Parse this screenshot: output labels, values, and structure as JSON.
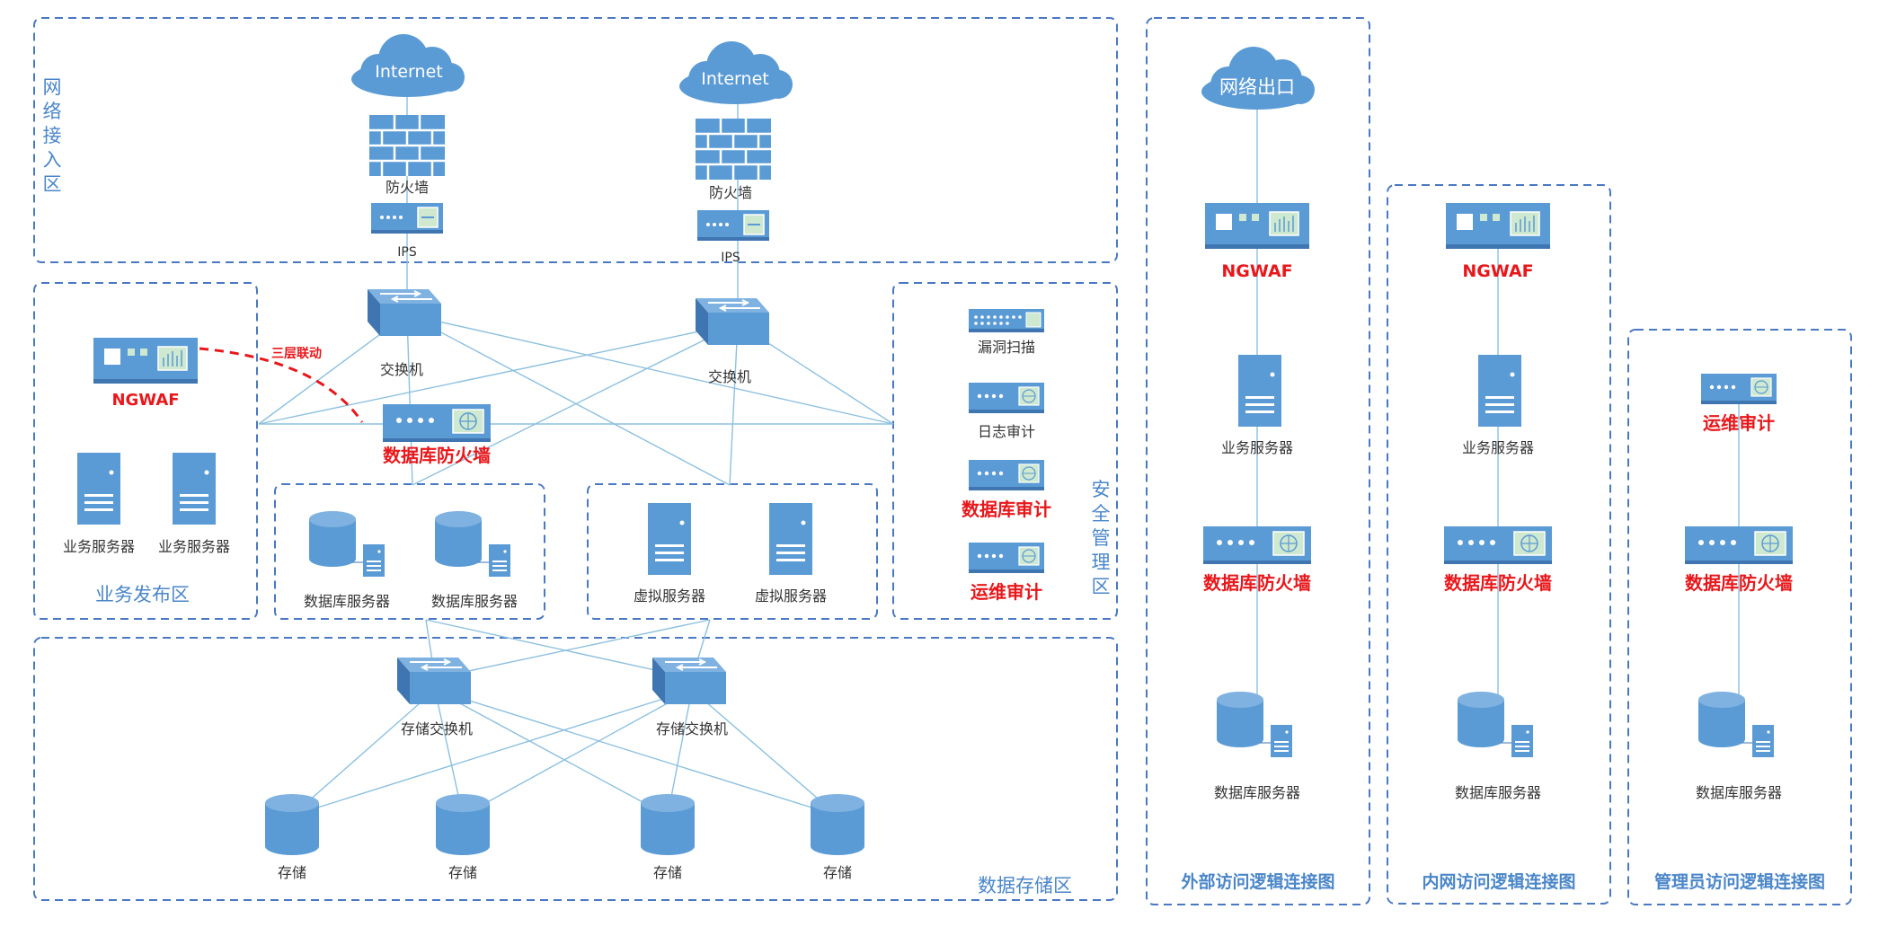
{
  "colors": {
    "zone_border": "#4a78c2",
    "zone_label": "#4a86c8",
    "device_fill": "#5b9bd5",
    "device_dark": "#3f75b0",
    "device_light": "#ffffff",
    "link": "#8cc0de",
    "highlight": "#e8171b",
    "caption": "#333333"
  },
  "zones": {
    "network_access": "网络接入区",
    "business_publish": "业务发布区",
    "security_mgmt": "安全管理区",
    "data_storage": "数据存储区"
  },
  "main": {
    "internet_1": "Internet",
    "internet_2": "Internet",
    "firewall_1": "防火墙",
    "firewall_2": "防火墙",
    "ips_1": "IPS",
    "ips_2": "IPS",
    "switch_1": "交换机",
    "switch_2": "交换机",
    "ngwaf": "NGWAF",
    "three_layer_link": "三层联动",
    "db_firewall": "数据库防火墙",
    "biz_server_1": "业务服务器",
    "biz_server_2": "业务服务器",
    "db_server_1": "数据库服务器",
    "db_server_2": "数据库服务器",
    "vm_server_1": "虚拟服务器",
    "vm_server_2": "虚拟服务器",
    "storage_switch_1": "存储交换机",
    "storage_switch_2": "存储交换机",
    "storage_1": "存储",
    "storage_2": "存储",
    "storage_3": "存储",
    "storage_4": "存储"
  },
  "security": {
    "vuln_scan": "漏洞扫描",
    "log_audit": "日志审计",
    "db_audit": "数据库审计",
    "ops_audit": "运维审计"
  },
  "external": {
    "exit": "网络出口",
    "ngwaf": "NGWAF",
    "biz_server": "业务服务器",
    "db_firewall": "数据库防火墙",
    "db_server": "数据库服务器",
    "title": "外部访问逻辑连接图"
  },
  "internal": {
    "ngwaf": "NGWAF",
    "biz_server": "业务服务器",
    "db_firewall": "数据库防火墙",
    "db_server": "数据库服务器",
    "title": "内网访问逻辑连接图"
  },
  "admin": {
    "ops_audit": "运维审计",
    "db_firewall": "数据库防火墙",
    "db_server": "数据库服务器",
    "title": "管理员访问逻辑连接图"
  }
}
